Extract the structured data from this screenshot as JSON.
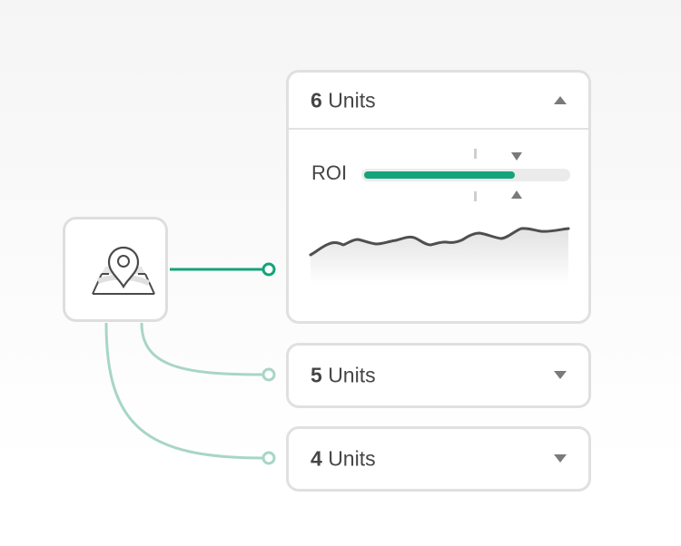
{
  "cards": [
    {
      "count": "6",
      "unit": "Units",
      "expanded": true
    },
    {
      "count": "5",
      "unit": "Units",
      "expanded": false
    },
    {
      "count": "4",
      "unit": "Units",
      "expanded": false
    }
  ],
  "roi": {
    "label": "ROI",
    "progress": 0.74
  },
  "icons": {
    "location": "map-pin-icon"
  },
  "colors": {
    "accent": "#14a37a",
    "connector_inactive": "#a8d6c4",
    "border": "#e0e0e0",
    "text": "#454545"
  }
}
